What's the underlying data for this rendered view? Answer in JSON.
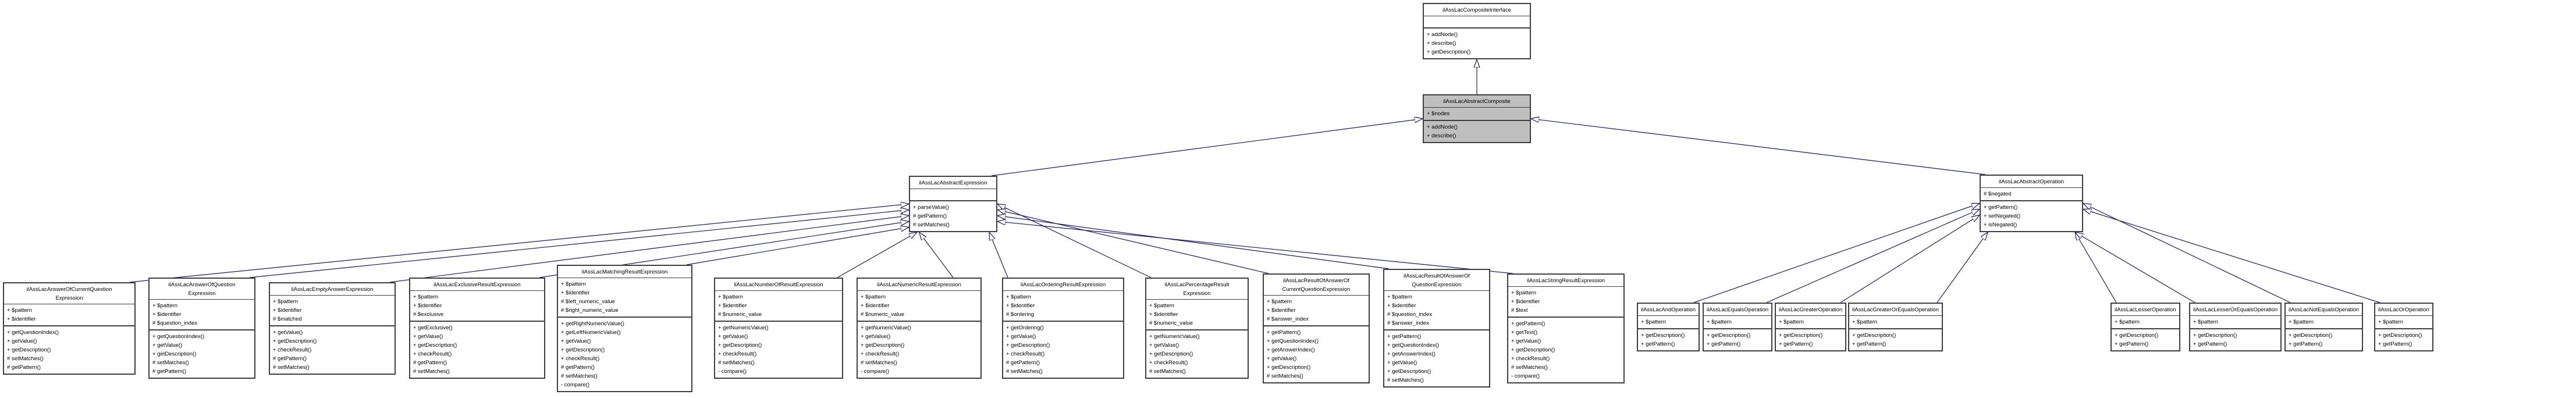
{
  "diagram": {
    "type": "uml-class-inheritance",
    "edge_color": "#191970",
    "box_border_color": "#3f3f3f",
    "box_fill": "#ffffff",
    "highlight_fill": "#bfbfbf",
    "text_color": "#000000",
    "edge_style": {
      "arrow": "hollow-triangle",
      "relation": "generalization"
    }
  },
  "classes": [
    {
      "id": "composite-interface",
      "name": "ilAssLacCompositeInterface",
      "display_name": "ilAssLacCompositeInterface",
      "highlighted": false,
      "attributes": [],
      "methods": [
        "+ addNode()",
        "+ describe()",
        "+ getDescription()"
      ]
    },
    {
      "id": "abstract-composite",
      "name": "ilAssLacAbstractComposite",
      "display_name": "ilAssLacAbstractComposite",
      "highlighted": true,
      "attributes": [
        "+ $nodes"
      ],
      "methods": [
        "+ addNode()",
        "+ describe()"
      ]
    },
    {
      "id": "abstract-expression",
      "name": "ilAssLacAbstractExpression",
      "display_name": "ilAssLacAbstractExpression",
      "highlighted": false,
      "attributes": [],
      "methods": [
        "+ parseValue()",
        "# getPattern()",
        "# setMatches()"
      ]
    },
    {
      "id": "abstract-operation",
      "name": "ilAssLacAbstractOperation",
      "display_name": "ilAssLacAbstractOperation",
      "highlighted": false,
      "attributes": [
        "# $negated"
      ],
      "methods": [
        "+ getPattern()",
        "+ setNegated()",
        "+ isNegated()"
      ]
    },
    {
      "id": "exp-answer-of-current-question",
      "name": "ilAssLacAnswerOfCurrentQuestionExpression",
      "display_name": "ilAssLacAnswerOfCurrentQuestion\nExpression",
      "highlighted": false,
      "attributes": [
        "+ $pattern",
        "+ $identifier"
      ],
      "methods": [
        "+ getQuestionIndex()",
        "+ getValue()",
        "+ getDescription()",
        "# setMatches()",
        "# getPattern()"
      ]
    },
    {
      "id": "exp-answer-of-question",
      "name": "ilAssLacAnswerOfQuestionExpression",
      "display_name": "ilAssLacAnswerOfQuestion\nExpression",
      "highlighted": false,
      "attributes": [
        "+ $pattern",
        "+ $identifier",
        "# $question_index"
      ],
      "methods": [
        "+ getQuestionIndex()",
        "+ getValue()",
        "+ getDescription()",
        "# setMatches()",
        "# getPattern()"
      ]
    },
    {
      "id": "exp-empty-answer",
      "name": "ilAssLacEmptyAnswerExpression",
      "display_name": "ilAssLacEmptyAnswerExpression",
      "highlighted": false,
      "attributes": [
        "+ $pattern",
        "+ $identifier",
        "# $matched"
      ],
      "methods": [
        "+ getValue()",
        "+ getDescription()",
        "+ checkResult()",
        "# getPattern()",
        "# setMatches()"
      ]
    },
    {
      "id": "exp-exclusive-result",
      "name": "ilAssLacExclusiveResultExpression",
      "display_name": "ilAssLacExclusiveResultExpression",
      "highlighted": false,
      "attributes": [
        "+ $pattern",
        "+ $identifier",
        "# $exclusive"
      ],
      "methods": [
        "+ getExclusive()",
        "+ getValue()",
        "+ getDescription()",
        "+ checkResult()",
        "# getPattern()",
        "# setMatches()"
      ]
    },
    {
      "id": "exp-matching-result",
      "name": "ilAssLacMatchingResultExpression",
      "display_name": "ilAssLacMatchingResultExpression",
      "highlighted": false,
      "attributes": [
        "+ $pattern",
        "+ $identifier",
        "# $left_numeric_value",
        "# $right_numeric_value"
      ],
      "methods": [
        "+ getRightNumericValue()",
        "+ getLeftNumericValue()",
        "+ getValue()",
        "+ getDescription()",
        "+ checkResult()",
        "# getPattern()",
        "# setMatches()",
        "- compare()"
      ]
    },
    {
      "id": "exp-number-of-result",
      "name": "ilAssLacNumberOfResultExpression",
      "display_name": "ilAssLacNumberOfResultExpression",
      "highlighted": false,
      "attributes": [
        "+ $pattern",
        "+ $identifier",
        "# $numeric_value"
      ],
      "methods": [
        "+ getNumericValue()",
        "+ getValue()",
        "+ getDescription()",
        "+ checkResult()",
        "# setMatches()",
        "- compare()"
      ]
    },
    {
      "id": "exp-numeric-result",
      "name": "ilAssLacNumericResultExpression",
      "display_name": "ilAssLacNumericResultExpression",
      "highlighted": false,
      "attributes": [
        "+ $pattern",
        "+ $identifier",
        "# $numeric_value"
      ],
      "methods": [
        "+ getNumericValue()",
        "+ getValue()",
        "+ getDescription()",
        "+ checkResult()",
        "# setMatches()",
        "- compare()"
      ]
    },
    {
      "id": "exp-ordering-result",
      "name": "ilAssLacOrderingResultExpression",
      "display_name": "ilAssLacOrderingResultExpression",
      "highlighted": false,
      "attributes": [
        "+ $pattern",
        "+ $identifier",
        "# $ordering"
      ],
      "methods": [
        "+ getOrdering()",
        "+ getValue()",
        "+ getDescription()",
        "+ checkResult()",
        "# getPattern()",
        "# setMatches()"
      ]
    },
    {
      "id": "exp-percentage-result",
      "name": "ilAssLacPercentageResultExpression",
      "display_name": "ilAssLacPercentageResult\nExpression",
      "highlighted": false,
      "attributes": [
        "+ $pattern",
        "+ $identifier",
        "# $numeric_value"
      ],
      "methods": [
        "+ getNumericValue()",
        "+ getValue()",
        "+ getDescription()",
        "+ checkResult()",
        "# setMatches()"
      ]
    },
    {
      "id": "exp-result-of-answer-of-current-question",
      "name": "ilAssLacResultOfAnswerOfCurrentQuestionExpression",
      "display_name": "ilAssLacResultOfAnswerOf\nCurrentQuestionExpression",
      "highlighted": false,
      "attributes": [
        "+ $pattern",
        "+ $identifier",
        "# $answer_index"
      ],
      "methods": [
        "+ getPattern()",
        "+ getQuestionIndex()",
        "+ getAnswerIndex()",
        "+ getValue()",
        "+ getDescription()",
        "# setMatches()"
      ]
    },
    {
      "id": "exp-result-of-answer-of-question",
      "name": "ilAssLacResultOfAnswerOfQuestionExpression",
      "display_name": "ilAssLacResultOfAnswerOf\nQuestionExpression",
      "highlighted": false,
      "attributes": [
        "+ $pattern",
        "+ $identifier",
        "# $question_index",
        "# $answer_index"
      ],
      "methods": [
        "+ getPattern()",
        "+ getQuestionIndex()",
        "+ getAnswerIndex()",
        "+ getValue()",
        "+ getDescription()",
        "# setMatches()"
      ]
    },
    {
      "id": "exp-string-result",
      "name": "ilAssLacStringResultExpression",
      "display_name": "ilAssLacStringResultExpression",
      "highlighted": false,
      "attributes": [
        "+ $pattern",
        "+ $identifier",
        "# $text"
      ],
      "methods": [
        "+ getPattern()",
        "+ getText()",
        "+ getValue()",
        "+ getDescription()",
        "+ checkResult()",
        "# setMatches()",
        "- compare()"
      ]
    },
    {
      "id": "op-and",
      "name": "ilAssLacAndOperation",
      "display_name": "ilAssLacAndOperation",
      "highlighted": false,
      "attributes": [
        "+ $pattern"
      ],
      "methods": [
        "+ getDescription()",
        "+ getPattern()"
      ]
    },
    {
      "id": "op-equals",
      "name": "ilAssLacEqualsOperation",
      "display_name": "ilAssLacEqualsOperation",
      "highlighted": false,
      "attributes": [
        "+ $pattern"
      ],
      "methods": [
        "+ getDescription()",
        "+ getPattern()"
      ]
    },
    {
      "id": "op-greater",
      "name": "ilAssLacGreaterOperation",
      "display_name": "ilAssLacGreaterOperation",
      "highlighted": false,
      "attributes": [
        "+ $pattern"
      ],
      "methods": [
        "+ getDescription()",
        "+ getPattern()"
      ]
    },
    {
      "id": "op-greater-or-equals",
      "name": "ilAssLacGreaterOrEqualsOperation",
      "display_name": "ilAssLacGreaterOrEqualsOperation",
      "highlighted": false,
      "attributes": [
        "+ $pattern"
      ],
      "methods": [
        "+ getDescription()",
        "+ getPattern()"
      ]
    },
    {
      "id": "op-lesser",
      "name": "ilAssLacLesserOperation",
      "display_name": "ilAssLacLesserOperation",
      "highlighted": false,
      "attributes": [
        "+ $pattern"
      ],
      "methods": [
        "+ getDescription()",
        "+ getPattern()"
      ]
    },
    {
      "id": "op-lesser-or-equals",
      "name": "ilAssLacLesserOrEqualsOperation",
      "display_name": "ilAssLacLesserOrEqualsOperation",
      "highlighted": false,
      "attributes": [
        "+ $pattern"
      ],
      "methods": [
        "+ getDescription()",
        "+ getPattern()"
      ]
    },
    {
      "id": "op-not-equals",
      "name": "ilAssLacNotEqualsOperation",
      "display_name": "ilAssLacNotEqualsOperation",
      "highlighted": false,
      "attributes": [
        "+ $pattern"
      ],
      "methods": [
        "+ getDescription()",
        "+ getPattern()"
      ]
    },
    {
      "id": "op-or",
      "name": "ilAssLacOrOperation",
      "display_name": "ilAssLacOrOperation",
      "highlighted": false,
      "attributes": [
        "+ $pattern"
      ],
      "methods": [
        "+ getDescription()",
        "+ getPattern()"
      ]
    }
  ],
  "edges": [
    {
      "child": "abstract-composite",
      "parent": "composite-interface"
    },
    {
      "child": "abstract-expression",
      "parent": "abstract-composite"
    },
    {
      "child": "abstract-operation",
      "parent": "abstract-composite"
    },
    {
      "child": "exp-answer-of-current-question",
      "parent": "abstract-expression"
    },
    {
      "child": "exp-answer-of-question",
      "parent": "abstract-expression"
    },
    {
      "child": "exp-empty-answer",
      "parent": "abstract-expression"
    },
    {
      "child": "exp-exclusive-result",
      "parent": "abstract-expression"
    },
    {
      "child": "exp-matching-result",
      "parent": "abstract-expression"
    },
    {
      "child": "exp-number-of-result",
      "parent": "abstract-expression"
    },
    {
      "child": "exp-numeric-result",
      "parent": "abstract-expression"
    },
    {
      "child": "exp-ordering-result",
      "parent": "abstract-expression"
    },
    {
      "child": "exp-percentage-result",
      "parent": "abstract-expression"
    },
    {
      "child": "exp-result-of-answer-of-current-question",
      "parent": "abstract-expression"
    },
    {
      "child": "exp-result-of-answer-of-question",
      "parent": "abstract-expression"
    },
    {
      "child": "exp-string-result",
      "parent": "abstract-expression"
    },
    {
      "child": "op-and",
      "parent": "abstract-operation"
    },
    {
      "child": "op-equals",
      "parent": "abstract-operation"
    },
    {
      "child": "op-greater",
      "parent": "abstract-operation"
    },
    {
      "child": "op-greater-or-equals",
      "parent": "abstract-operation"
    },
    {
      "child": "op-lesser",
      "parent": "abstract-operation"
    },
    {
      "child": "op-lesser-or-equals",
      "parent": "abstract-operation"
    },
    {
      "child": "op-not-equals",
      "parent": "abstract-operation"
    },
    {
      "child": "op-or",
      "parent": "abstract-operation"
    }
  ]
}
